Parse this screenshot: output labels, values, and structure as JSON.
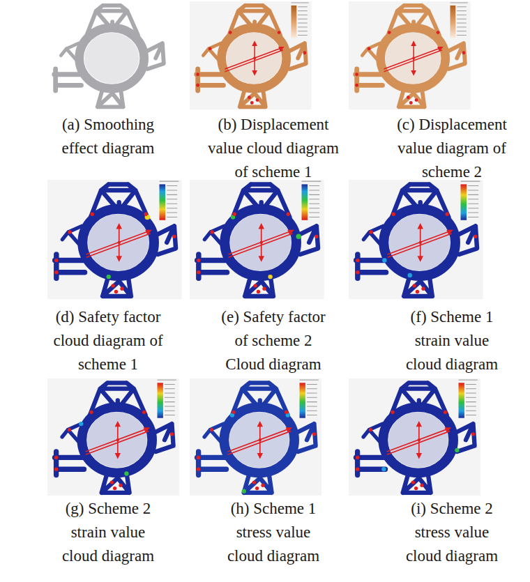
{
  "diagram": {
    "nodes": [
      {
        "text": [
          "(a) Smoothing effect diagram"
        ]
      },
      {
        "text": [
          "(b) Displacement value cloud diagram of scheme 1"
        ]
      },
      {
        "text": [
          "(c) Displacement value diagram of scheme 2"
        ]
      },
      {
        "text": [
          "(d) Safety factor cloud diagram of scheme 1"
        ]
      },
      {
        "text": [
          "(e) Safety factor of scheme 2 Cloud diagram"
        ]
      },
      {
        "text": [
          "(f) Scheme 1 strain value cloud diagram"
        ]
      },
      {
        "text": [
          "(g) Scheme 2 strain value cloud diagram"
        ]
      },
      {
        "text": [
          "(h) Scheme 1 stress value cloud diagram"
        ]
      },
      {
        "text": [
          "(i) Scheme 2 stress value cloud diagram"
        ]
      }
    ]
  }
}
